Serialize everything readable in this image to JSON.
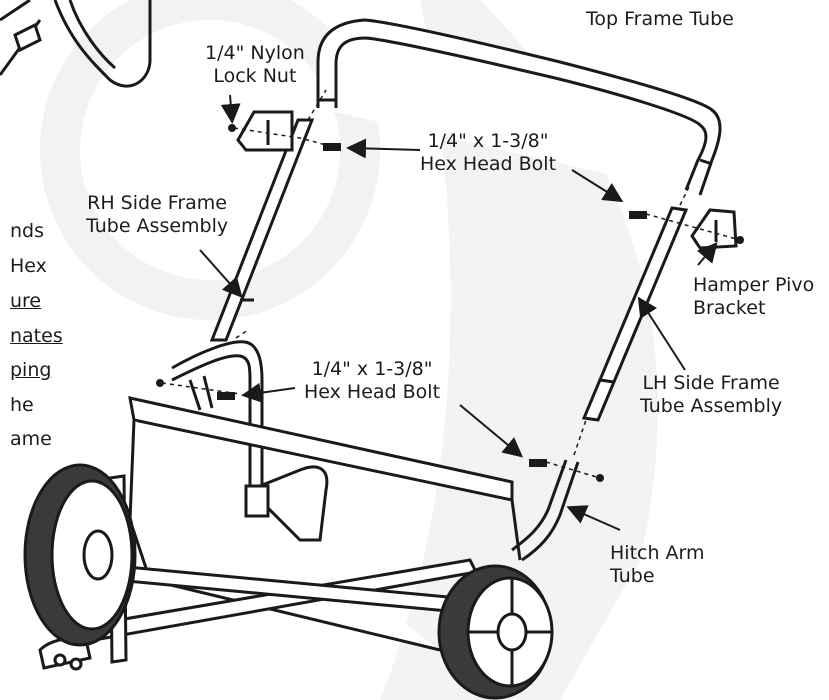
{
  "labels": {
    "top_frame_tube": "Top Frame Tube",
    "nylon_lock_nut": "1/4\" Nylon\nLock Nut",
    "hex_bolt_upper": "1/4\" x 1-3/8\"\nHex Head Bolt",
    "rh_side_frame": "RH Side Frame\nTube Assembly",
    "hamper_pivot": "Hamper Pivo\nBracket",
    "hex_bolt_lower": "1/4\" x 1-3/8\"\nHex Head Bolt",
    "lh_side_frame": "LH Side Frame\nTube Assembly",
    "hitch_arm": "Hitch Arm\nTube"
  },
  "left_fragments": [
    "nds",
    "Hex",
    "ure",
    "nates",
    "ping",
    "he",
    "ame"
  ],
  "colors": {
    "line": "#1a1a1a",
    "watermark": "#f2f2f2"
  }
}
